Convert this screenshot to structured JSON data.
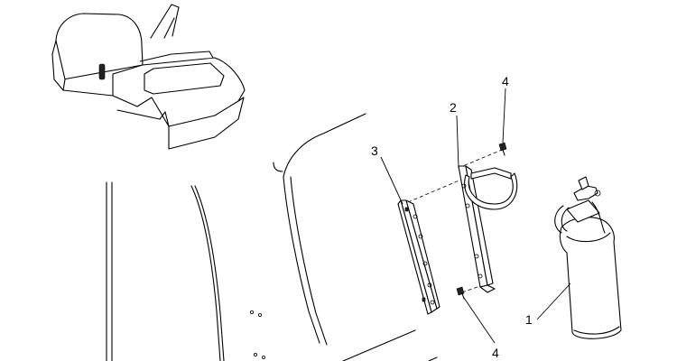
{
  "callouts": [
    {
      "id": "fire-extinguisher",
      "label": "1"
    },
    {
      "id": "extinguisher-bracket",
      "label": "2"
    },
    {
      "id": "mounting-plate",
      "label": "3"
    },
    {
      "id": "upper-bolt",
      "label": "4"
    },
    {
      "id": "lower-bolt",
      "label": "4"
    }
  ]
}
